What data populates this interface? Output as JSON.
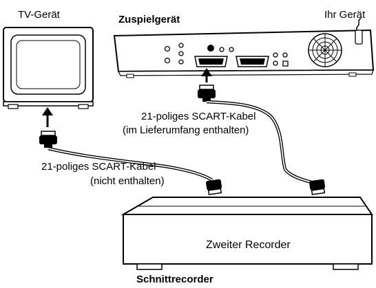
{
  "labels": {
    "tv": "TV-Gerät",
    "source": "Zuspielgerät",
    "your_device": "Ihr Gerät",
    "cable_included_line1": "21-poliges SCART-Kabel",
    "cable_included_line2": "(im Lieferumfang enthalten)",
    "cable_not_included_line1": "21-poliges SCART-Kabel",
    "cable_not_included_line2": "(nicht enthalten)",
    "recorder_center": "Zweiter Recorder",
    "recorder_caption": "Schnittrecorder"
  }
}
